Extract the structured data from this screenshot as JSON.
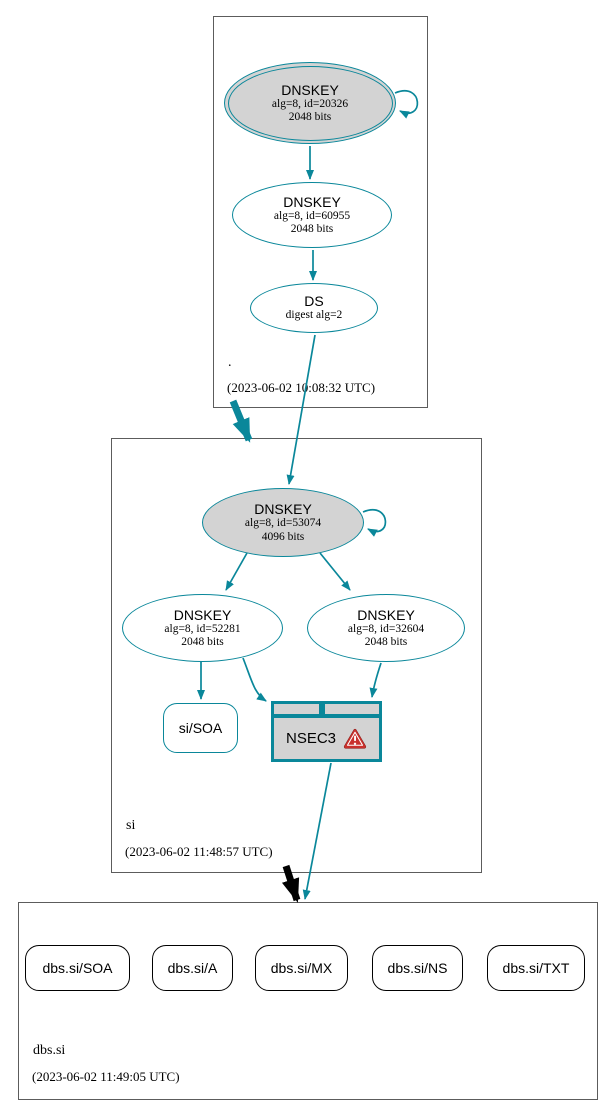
{
  "colors": {
    "secure_teal": "#0a879a",
    "insecure_black": "#000000",
    "warning_red": "#c9302c",
    "key_fill_gray": "#d3d3d3",
    "zone_box_border": "#5c5c5c"
  },
  "zones": [
    {
      "name": "root",
      "label": ".",
      "timestamp": "(2023-06-02 10:08:32 UTC)",
      "nodes": {
        "ksk": {
          "title": "DNSKEY",
          "attrs": "alg=8, id=20326",
          "size": "2048 bits"
        },
        "zsk": {
          "title": "DNSKEY",
          "attrs": "alg=8, id=60955",
          "size": "2048 bits"
        },
        "ds": {
          "title": "DS",
          "attrs": "digest alg=2"
        }
      }
    },
    {
      "name": "si",
      "label": "si",
      "timestamp": "(2023-06-02 11:48:57 UTC)",
      "nodes": {
        "ksk": {
          "title": "DNSKEY",
          "attrs": "alg=8, id=53074",
          "size": "4096 bits"
        },
        "zsk1": {
          "title": "DNSKEY",
          "attrs": "alg=8, id=52281",
          "size": "2048 bits"
        },
        "zsk2": {
          "title": "DNSKEY",
          "attrs": "alg=8, id=32604",
          "size": "2048 bits"
        },
        "soa": {
          "label": "si/SOA"
        },
        "nsec3": {
          "label": "NSEC3",
          "warning_icon": "warning-triangle"
        }
      }
    },
    {
      "name": "dbs.si",
      "label": "dbs.si",
      "timestamp": "(2023-06-02 11:49:05 UTC)",
      "rrsets": [
        {
          "label": "dbs.si/SOA"
        },
        {
          "label": "dbs.si/A"
        },
        {
          "label": "dbs.si/MX"
        },
        {
          "label": "dbs.si/NS"
        },
        {
          "label": "dbs.si/TXT"
        }
      ]
    }
  ]
}
